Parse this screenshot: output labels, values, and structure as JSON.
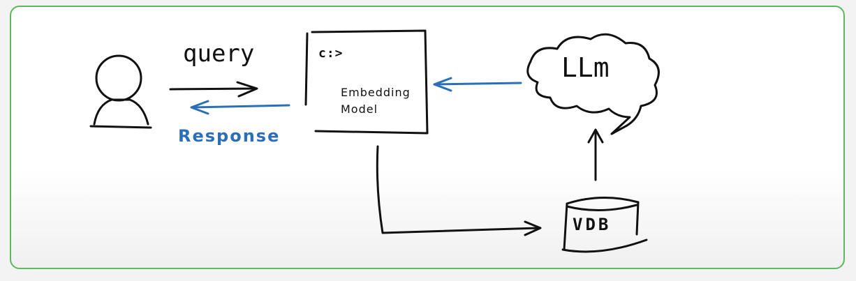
{
  "diagram": {
    "labels": {
      "query": "query",
      "response": "Response",
      "terminal_prompt": "c:>",
      "embedding_line1": "Embedding",
      "embedding_line2": "Model",
      "llm": "LLm",
      "vdb": "VDB"
    },
    "colors": {
      "ink": "#111111",
      "accent_blue": "#2b6fb8",
      "frame_green": "#5cb85c"
    },
    "icons": {
      "user": "user-icon",
      "cloud": "cloud-icon",
      "database": "database-icon"
    }
  }
}
